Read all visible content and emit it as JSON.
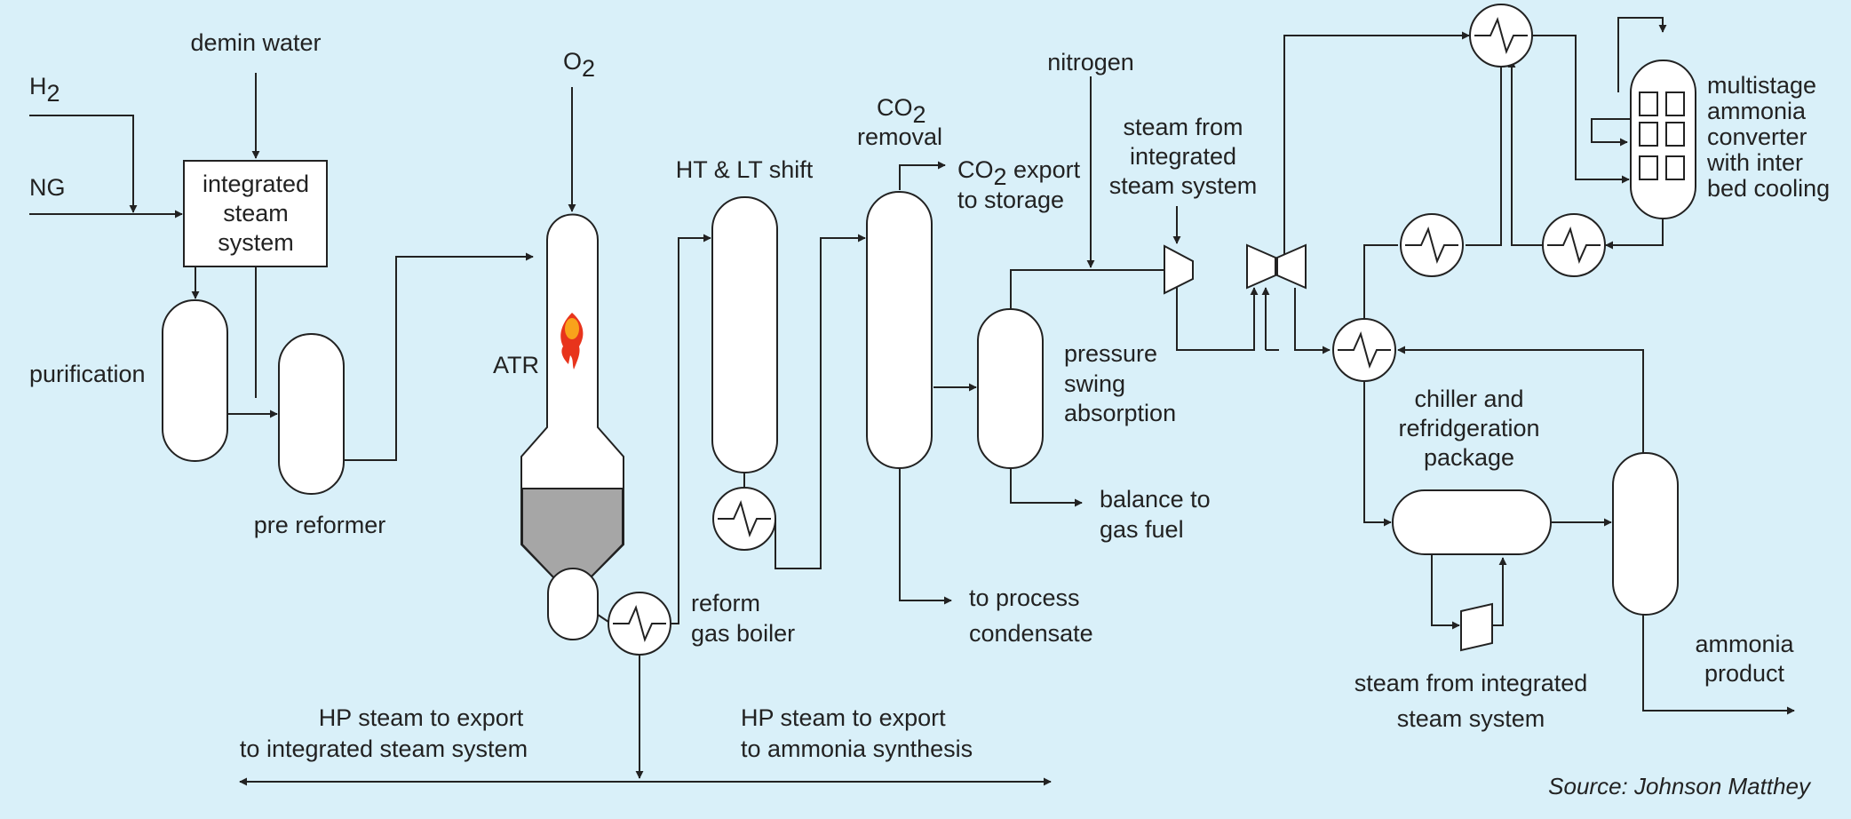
{
  "inputs": {
    "h2": "H",
    "h2_sub": "2",
    "ng": "NG",
    "demin_water": "demin water",
    "o2": "O",
    "o2_sub": "2",
    "nitrogen": "nitrogen"
  },
  "units": {
    "integrated_steam": [
      "integrated",
      "steam",
      "system"
    ],
    "purification": "purification",
    "pre_reformer": "pre reformer",
    "atr": "ATR",
    "ht_lt_shift": "HT & LT shift",
    "co2_removal_a": "CO",
    "co2_removal_sub": "2",
    "co2_removal_b": "removal",
    "reform_gas_boiler": [
      "reform",
      "gas boiler"
    ],
    "psa": [
      "pressure",
      "swing",
      "absorption"
    ],
    "steam_from_integrated_top": [
      "steam from",
      "integrated",
      "steam system"
    ],
    "converter": [
      "multistage",
      "ammonia",
      "converter",
      "with inter",
      "bed cooling"
    ],
    "chiller": [
      "chiller and",
      "refridgeration",
      "package"
    ],
    "steam_from_integrated_bottom": [
      "steam from integrated",
      "steam system"
    ]
  },
  "outputs": {
    "co2_export_a": "CO",
    "co2_export_sub": "2",
    "co2_export_b": " export",
    "co2_export_line2": "to storage",
    "balance_gas": [
      "balance to",
      "gas fuel"
    ],
    "process_condensate": [
      "to process",
      "condensate"
    ],
    "ammonia_product": [
      "ammonia",
      "product"
    ],
    "hp_steam_integrated": [
      "HP steam to export",
      "to integrated steam system"
    ],
    "hp_steam_ammonia": [
      "HP steam to export",
      "to ammonia synthesis"
    ]
  },
  "source": "Source: Johnson Matthey",
  "colors": {
    "background": "#d9f0f9",
    "vessel_fill": "#ffffff",
    "catalyst_bed": "#a6a6a6",
    "flame_outer": "#e8341c",
    "flame_inner": "#f9a21b",
    "line": "#222222"
  }
}
